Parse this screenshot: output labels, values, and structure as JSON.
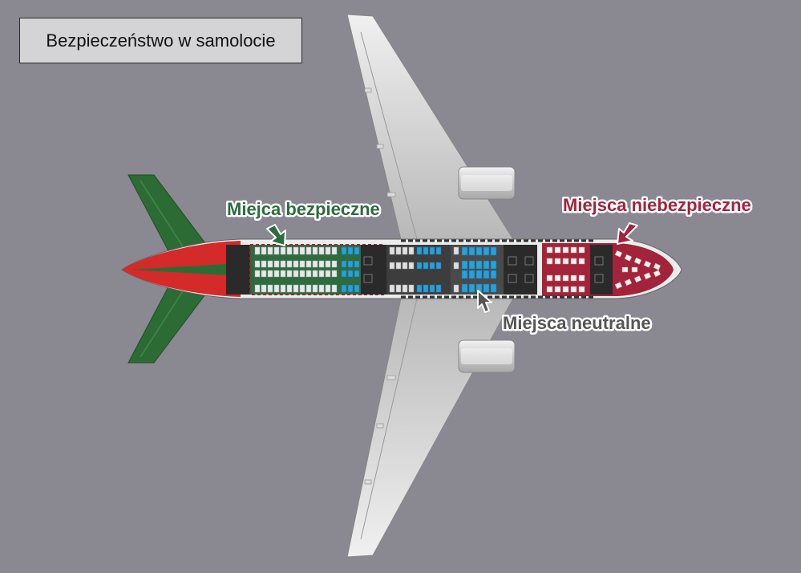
{
  "title": "Bezpieczeństwo w samolocie",
  "labels": {
    "safe": "Miejca bezpieczne",
    "unsafe": "Miejsca niebezpieczne",
    "neutral": "Miejsca neutralne"
  },
  "colors": {
    "background": "#8a8890",
    "safe": "#2e6b3e",
    "unsafe": "#a3233b",
    "neutral": "#2a9fd8",
    "fuselage_red": "#d42a2a",
    "tail_green": "#2d6b35"
  }
}
